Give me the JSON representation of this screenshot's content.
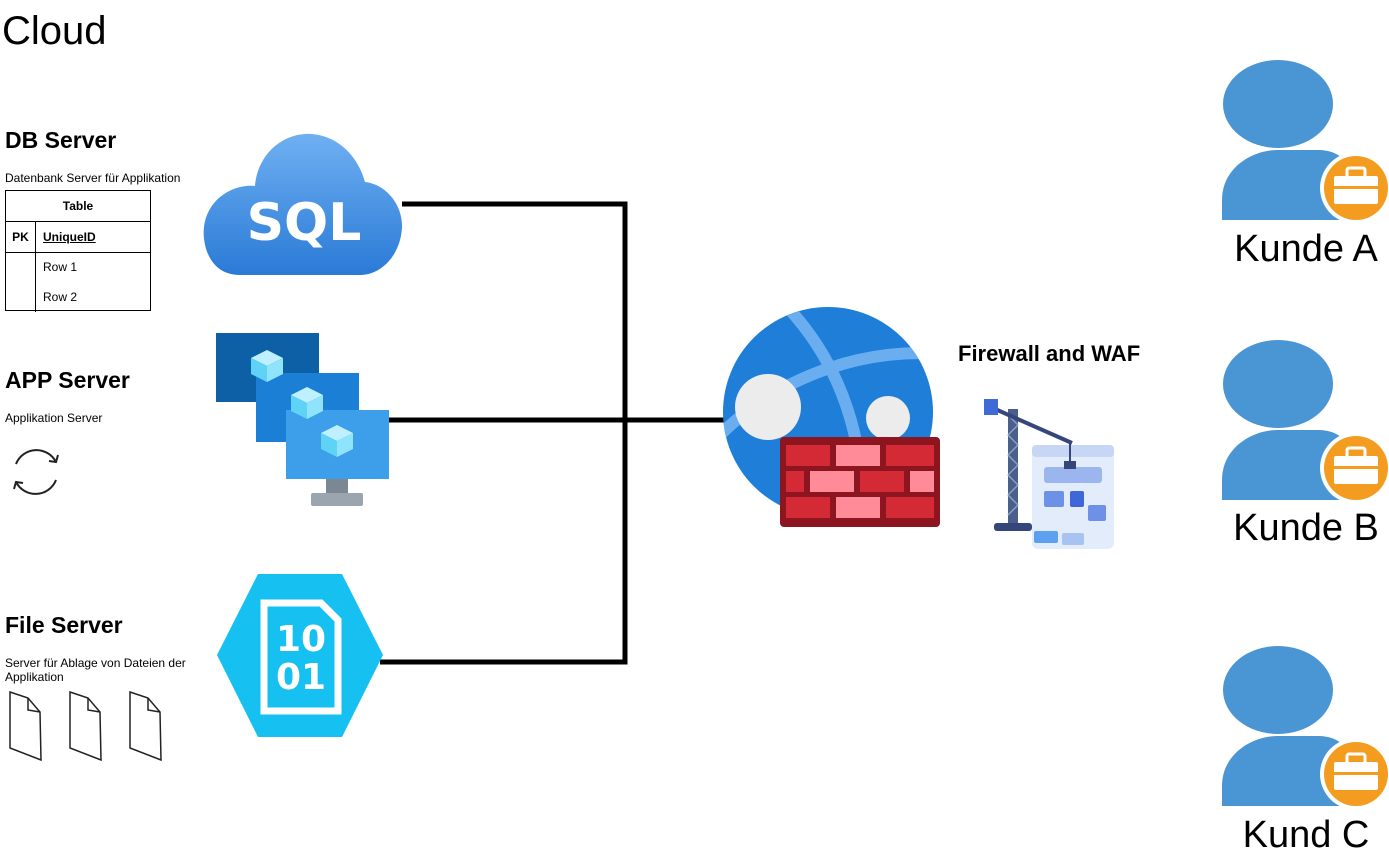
{
  "page_title": "Cloud",
  "db": {
    "title": "DB Server",
    "description": "Datenbank Server für Applikation",
    "icon_text": "SQL",
    "table": {
      "name": "Table",
      "pk_label": "PK",
      "pk_column": "UniqueID",
      "rows": [
        "Row 1",
        "Row 2"
      ]
    }
  },
  "app": {
    "title": "APP Server",
    "description": "Applikation Server"
  },
  "file": {
    "title": "File Server",
    "description": "Server für Ablage von Dateien der Applikation",
    "icon_text_top": "10",
    "icon_text_bottom": "01"
  },
  "firewall": {
    "label": "Firewall and WAF"
  },
  "customers": [
    {
      "label": "Kunde A"
    },
    {
      "label": "Kunde B"
    },
    {
      "label": "Kund C"
    }
  ],
  "colors": {
    "sql_cloud": "#3f8fe0",
    "vm_dark": "#0d5fa6",
    "vm_mid": "#1b7fd6",
    "vm_light": "#3d9ee9",
    "file_hex": "#16c0f0",
    "globe": "#1e7ed8",
    "brick": "#d42a35",
    "person": "#4a95d4",
    "badge": "#f39c1f",
    "line": "#000000"
  }
}
